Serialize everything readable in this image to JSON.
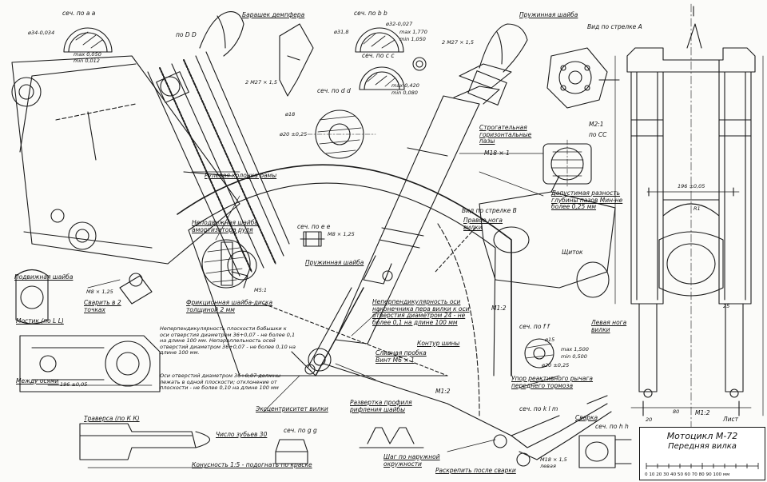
{
  "sections": {
    "aa": "сеч. по а а",
    "bb": "сеч. по b b",
    "cc1": "сеч. по с с",
    "dd": "сеч. по d d",
    "dd2": "по D D",
    "ee": "сеч. по е е",
    "ff": "сеч. по f f",
    "gg": "сеч. по g g",
    "hh": "сеч. по h h",
    "klm": "сеч. по k l m",
    "kk": "Траверса (по К К)",
    "ll": "Мостик (по L L)",
    "cc2": "по СС"
  },
  "tolerances": {
    "aa_dia": "ø34-0,034",
    "aa_max": "max 0,050",
    "aa_min": "min 0,012",
    "bb_dia1": "ø31,8",
    "bb_dia2": "ø32-0,027",
    "bb_max": "max 1,770",
    "bb_min": "min 1,050",
    "cc_max": "max 0,420",
    "cc_min": "min 0,080",
    "dd_dia1": "ø18",
    "dd_dia2": "ø20 ±0,25",
    "ff_dia1": "ø15",
    "ff_dia2": "ø20 ±0,25",
    "ff_max": "max 1,500",
    "ff_min": "min 0,500"
  },
  "notes": {
    "stem": "Рулевая колонка рамы",
    "bushing_head": "Барашек демпфера",
    "spring_washer_top": "Пружинная шайба",
    "view_a": "Вид по стрелке А",
    "m21": "М2:1",
    "slots": "Строгательная горизонтальные пазы",
    "m18": "М18 × 1",
    "groove_dev": "Допустимая разность глубины пазов Мин-не более 0,25 мм",
    "fixed_washer": "Неподвижная шайба амортизатора руля",
    "friction_washer": "Фрикционная шайба-диска толщиной 2 мм",
    "m5_1": "М5:1",
    "spring_washer_mid": "Пружинная шайба",
    "m8": "М8 × 1,25",
    "lower_washer": "Подвижная шайба",
    "weld": "Сварить в 2 точках",
    "m8b": "М8 × 1,25",
    "perp1": "Неперпендикулярность плоскости бобышки к оси отверстия диаметром 36+0,07 - не более 0,1 на длине 100 мм. Непараллельность осей отверстий диаметром 36+0,07 - не более 0,10 на длине 100 мм.",
    "perp2": "Оси отверстий диаметром 36+0,07 должны лежать в одной плоскости; отклонение от плоскости - не более 0,10 на длине 100 мм",
    "between": "Между осями",
    "traverse_dim": "196 ±0,05",
    "view_b": "Вид по стрелке В",
    "right_leg": "Правое нога вилки",
    "shield": "Щиток",
    "m12": "М1:2",
    "perp3": "Неперпендикулярность оси наконечника пера вилки к оси отверстия диаметром 24 - не более 0,1 на длине 100 мм",
    "tire": "Контур шины",
    "drain": "Сливная пробка Винт М6 × 1",
    "eccentric": "Эксцентриситет вилки",
    "profile": "Развертка профиля рифления шайбы",
    "teeth": "Число зубьев 30",
    "taper": "Конусность 1:5 - подогнать по краске",
    "step": "Шаг по наружной окружности",
    "weld_after": "Раскрепить после сварки",
    "left_leg": "Левая нога вилки",
    "reaction": "Упор реактивного рычага переднего тормоза",
    "m12b": "М1:2",
    "weld2": "Сварка",
    "m18_15": "М18 × 1,5 левая",
    "sheet": "Лист",
    "dim_196": "196 ±0,05",
    "dim_25": "25",
    "dim_80": "80",
    "dim_20": "20",
    "r1": "R1",
    "thread1": "2 М27 × 1,5",
    "thread2": "2 М27 × 1,5"
  },
  "title_block": {
    "line1": "Мотоцикл М-72",
    "line2": "Передняя вилка",
    "scale": "0 10 20 30 40 50 60 70 80 90 100 мм"
  }
}
